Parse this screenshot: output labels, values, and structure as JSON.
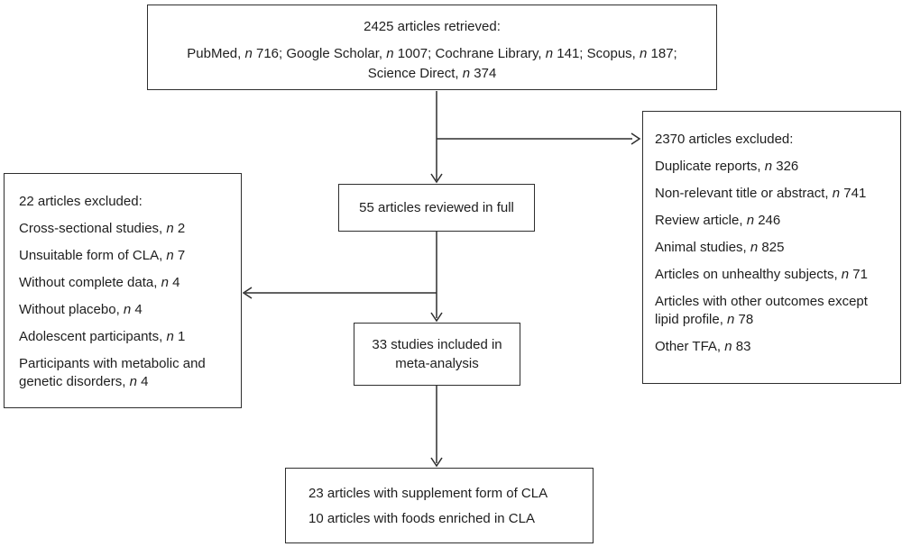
{
  "flowchart": {
    "retrieved": {
      "title": "2425 articles retrieved:",
      "sources": "PubMed, n 716; Google Scholar, n 1007; Cochrane Library, n 141; Scopus, n 187; Science Direct, n 374"
    },
    "excluded_right": {
      "title": "2370 articles excluded:",
      "items": [
        "Duplicate reports, n 326",
        "Non-relevant title or abstract, n 741",
        "Review article, n 246",
        "Animal studies, n 825",
        "Articles on unhealthy subjects, n 71",
        "Articles with other outcomes except lipid profile, n 78",
        "Other TFA, n 83"
      ]
    },
    "excluded_left": {
      "title": "22 articles excluded:",
      "items": [
        "Cross-sectional studies, n 2",
        "Unsuitable form of CLA, n 7",
        "Without complete data, n 4",
        "Without placebo, n 4",
        "Adolescent participants, n 1",
        "Participants with metabolic and genetic disorders, n 4"
      ]
    },
    "reviewed": {
      "text": "55 articles reviewed in full"
    },
    "included": {
      "text": "33 studies included in meta-analysis"
    },
    "final": {
      "lines": [
        "23 articles with supplement form of CLA",
        "10 articles with foods enriched in CLA"
      ]
    },
    "line_color": "#2e2e2e"
  }
}
